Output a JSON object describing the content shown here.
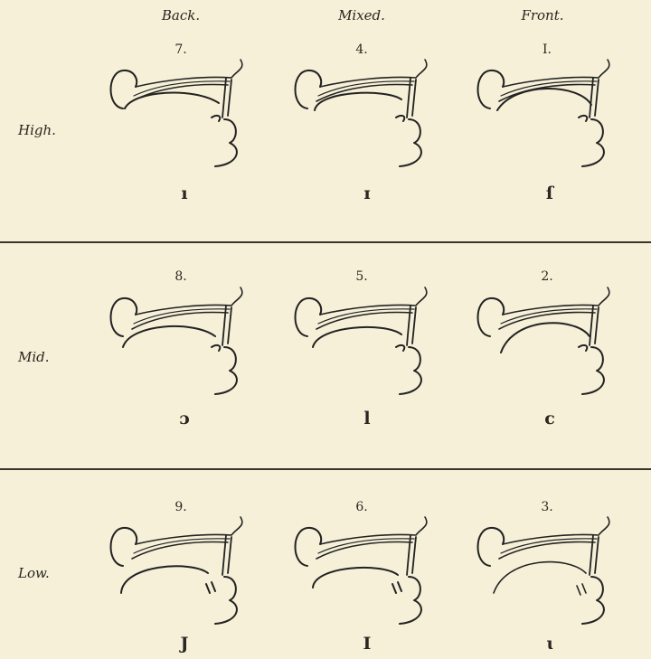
{
  "columns": [
    "Back.",
    "Mixed.",
    "Front."
  ],
  "rows": [
    {
      "label": "High.",
      "cells": [
        {
          "number": "7.",
          "symbol": "ı"
        },
        {
          "number": "4.",
          "symbol": "ɪ"
        },
        {
          "number": "I.",
          "symbol": "ſ"
        }
      ]
    },
    {
      "label": "Mid.",
      "cells": [
        {
          "number": "8.",
          "symbol": "ɔ"
        },
        {
          "number": "5.",
          "symbol": "l"
        },
        {
          "number": "2.",
          "symbol": "c"
        }
      ]
    },
    {
      "label": "Low.",
      "cells": [
        {
          "number": "9.",
          "symbol": "J"
        },
        {
          "number": "6.",
          "symbol": "I"
        },
        {
          "number": "3.",
          "symbol": "ɩ"
        }
      ]
    }
  ],
  "colors": {
    "background": "#f6f0d8",
    "ink": "#2a2620"
  }
}
